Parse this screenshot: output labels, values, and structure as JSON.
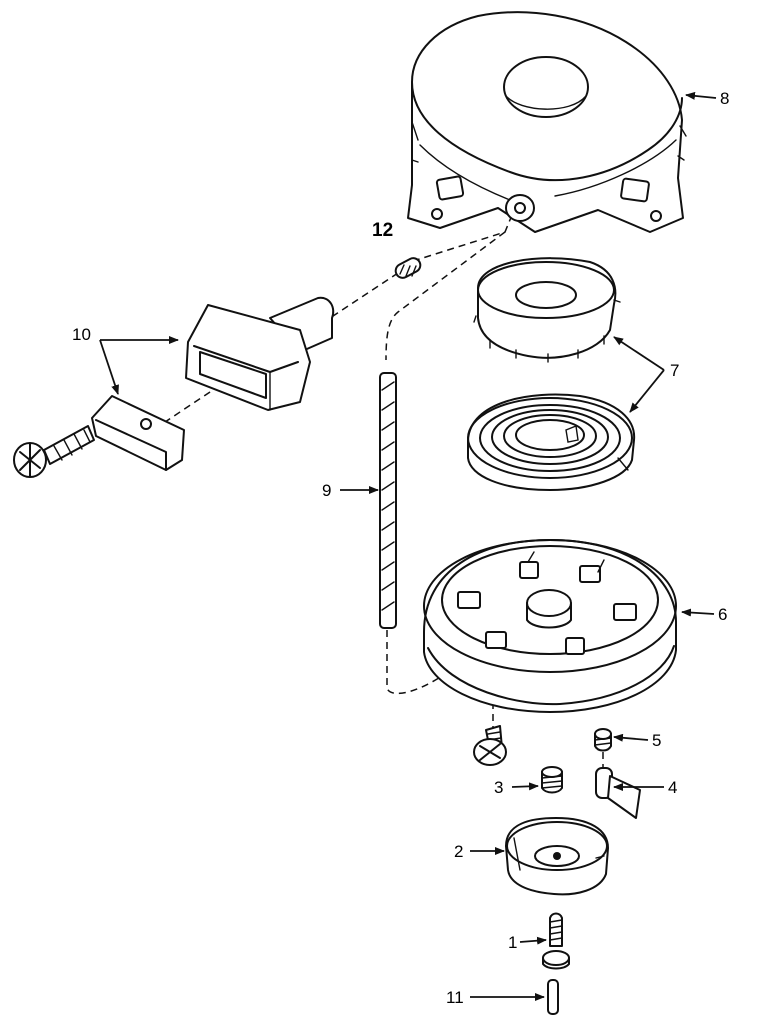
{
  "callouts": [
    {
      "id": "1",
      "label": "1"
    },
    {
      "id": "2",
      "label": "2"
    },
    {
      "id": "3",
      "label": "3"
    },
    {
      "id": "4",
      "label": "4"
    },
    {
      "id": "5",
      "label": "5"
    },
    {
      "id": "6",
      "label": "6"
    },
    {
      "id": "7",
      "label": "7"
    },
    {
      "id": "8",
      "label": "8"
    },
    {
      "id": "9",
      "label": "9"
    },
    {
      "id": "10",
      "label": "10"
    },
    {
      "id": "11",
      "label": "11"
    },
    {
      "id": "12",
      "label": "12"
    }
  ],
  "colors": {
    "ink": "#111111",
    "paper": "#ffffff"
  }
}
